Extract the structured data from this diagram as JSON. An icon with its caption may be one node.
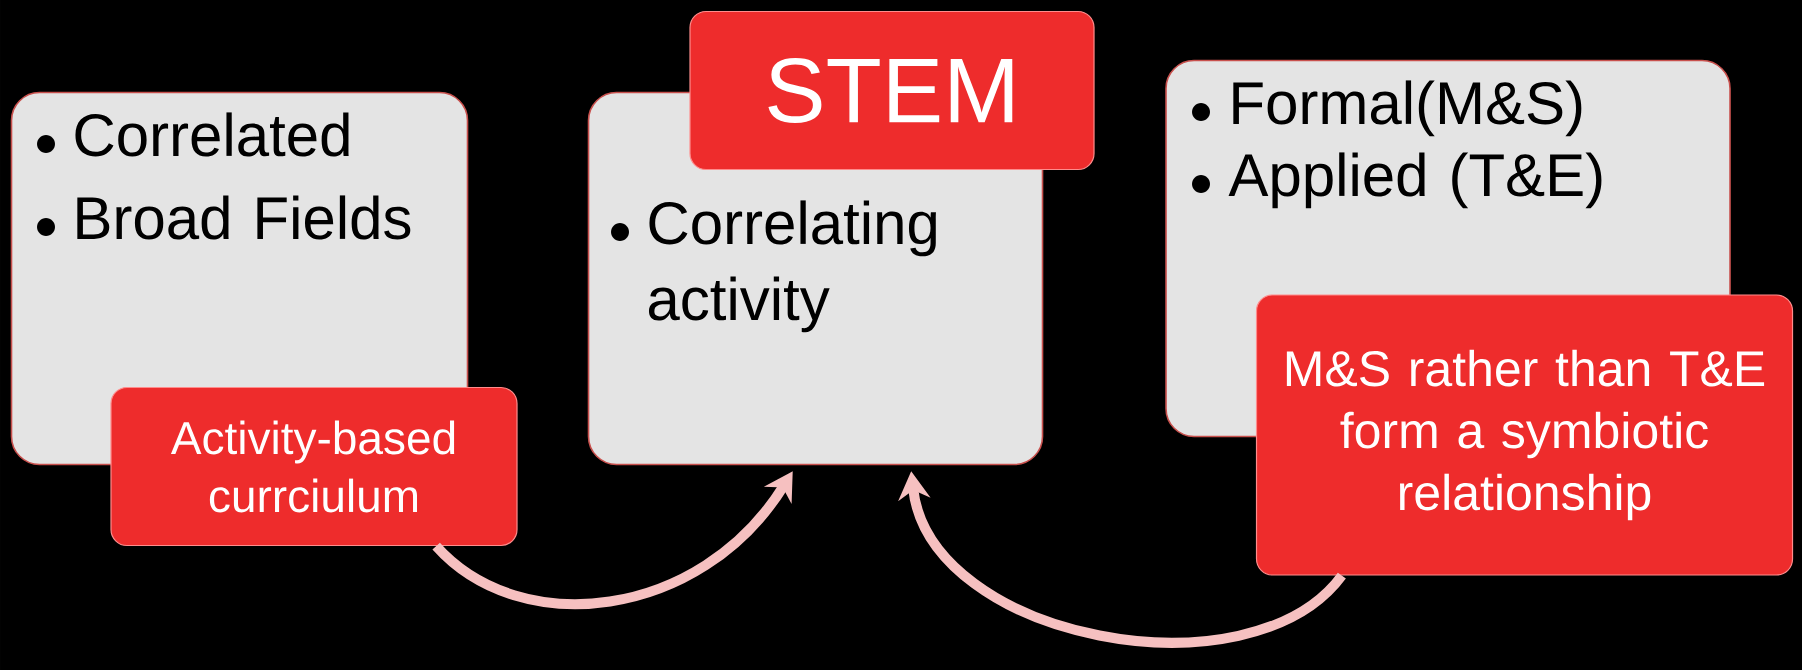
{
  "diagram": {
    "nodes": [
      {
        "text": [
          "Correlated",
          "Broad Fields"
        ]
      },
      {
        "text": [
          "Activity-based currciulum"
        ]
      },
      {
        "text": [
          "Correlating activity"
        ]
      },
      {
        "text": [
          "STEM"
        ]
      },
      {
        "text": [
          "Formal(M&S)",
          "Applied (T&E)"
        ]
      },
      {
        "text": [
          "M&S rather than T&E form a symbiotic relationship"
        ]
      }
    ],
    "edges": [
      {
        "from": 1,
        "to": 2,
        "arrow": "to"
      },
      {
        "from": 5,
        "to": 2,
        "arrow": "to"
      }
    ]
  }
}
